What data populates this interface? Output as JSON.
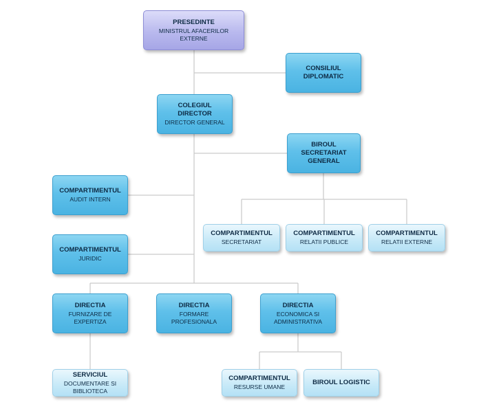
{
  "nodes": {
    "presedinte": {
      "title": "PRESEDINTE",
      "subtitle": "MINISTRUL AFACERILOR EXTERNE"
    },
    "consiliul": {
      "title": "CONSILIUL DIPLOMATIC",
      "subtitle": ""
    },
    "colegiul": {
      "title": "COLEGIUL DIRECTOR",
      "subtitle": "DIRECTOR GENERAL"
    },
    "biroul_sg": {
      "title": "BIROUL SECRETARIAT GENERAL",
      "subtitle": ""
    },
    "audit": {
      "title": "COMPARTIMENTUL",
      "subtitle": "AUDIT INTERN"
    },
    "secretariat": {
      "title": "COMPARTIMENTUL",
      "subtitle": "SECRETARIAT"
    },
    "relatii_pub": {
      "title": "COMPARTIMENTUL",
      "subtitle": "RELATII PUBLICE"
    },
    "relatii_ext": {
      "title": "COMPARTIMENTUL",
      "subtitle": "RELATII EXTERNE"
    },
    "juridic": {
      "title": "COMPARTIMENTUL",
      "subtitle": "JURIDIC"
    },
    "dir_furn": {
      "title": "DIRECTIA",
      "subtitle": "FURNIZARE DE EXPERTIZA"
    },
    "dir_form": {
      "title": "DIRECTIA",
      "subtitle": "FORMARE PROFESIONALA"
    },
    "dir_econ": {
      "title": "DIRECTIA",
      "subtitle": "ECONOMICA SI ADMINISTRATIVA"
    },
    "serviciul": {
      "title": "SERVICIUL",
      "subtitle": "DOCUMENTARE SI BIBLIOTECA"
    },
    "resurse": {
      "title": "COMPARTIMENTUL",
      "subtitle": "RESURSE UMANE"
    },
    "logistic": {
      "title": "BIROUL LOGISTIC",
      "subtitle": ""
    }
  },
  "colors": {
    "dark_box": "#5fc0ea",
    "light_box": "#c9eaf8",
    "top_box": "#b9b9ee",
    "connector": "#c9c9c9",
    "text": "#0d2a44"
  }
}
